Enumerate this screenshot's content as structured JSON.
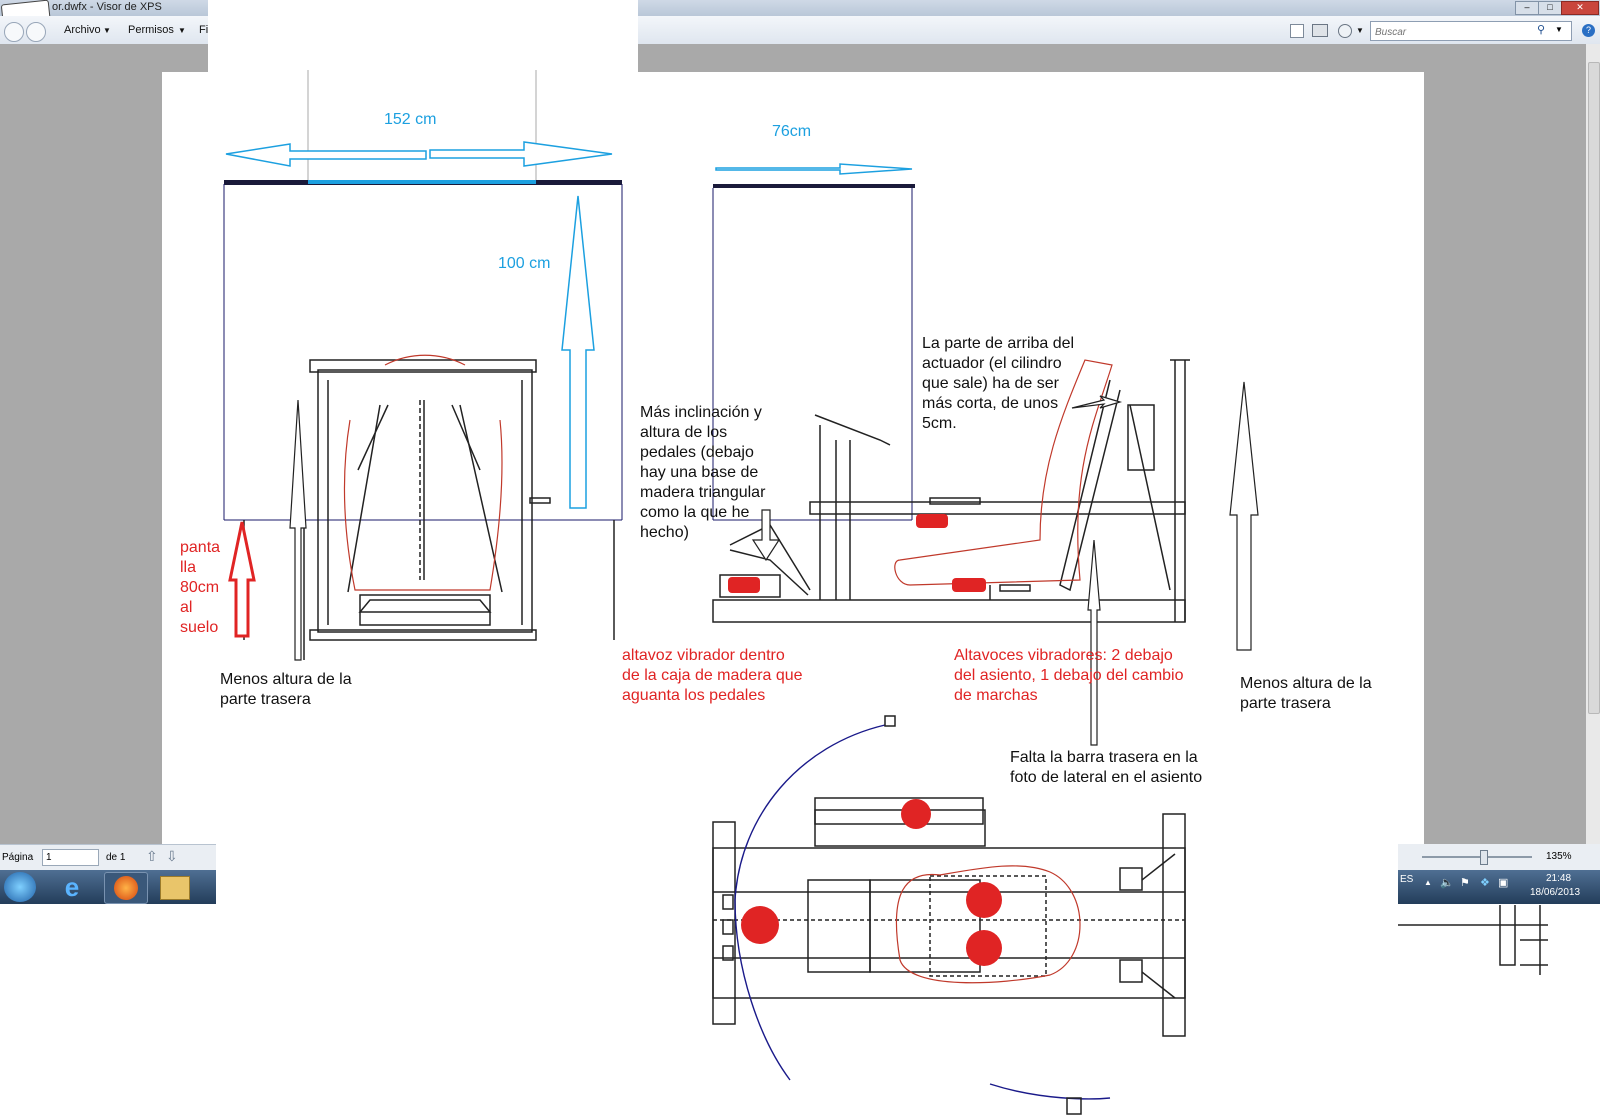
{
  "window": {
    "title": "or.dwfx - Visor de XPS"
  },
  "menu": {
    "items": [
      "Archivo",
      "Permisos",
      "Fi"
    ]
  },
  "toolbar": {
    "search_placeholder": "Buscar"
  },
  "status": {
    "page_label": "Página",
    "page_value": "1",
    "page_of": "de 1",
    "zoom": "135%"
  },
  "taskbar": {
    "language": "ES",
    "time": "21:48",
    "date": "18/06/2013"
  },
  "drawing": {
    "dim_width_front": "152 cm",
    "dim_width_side": "76cm",
    "dim_height": "100 cm",
    "screen_note": "panta\nlla\n80cm\nal\nsuelo",
    "rear_height_note_left": "Menos altura de la\nparte trasera",
    "pedals_note": "Más inclinación y\naltura de los\npedales (debajo\nhay una base de\nmadera triangular\ncomo la que he\nhecho)",
    "actuator_note": "La parte de arriba del\nactuador (el cilindro\nque sale) ha de ser\nmás corta, de unos\n5cm.",
    "speaker_pedals_note": "altavoz vibrador dentro\nde la caja de madera que\naguanta los pedales",
    "speakers_seat_note": "Altavoces vibradores: 2 debajo\ndel asiento, 1 debajo del cambio\nde marchas",
    "rear_height_note_right": "Menos altura de la\nparte trasera",
    "rear_bar_note": "Falta la barra trasera en la\nfoto de lateral en el asiento"
  }
}
